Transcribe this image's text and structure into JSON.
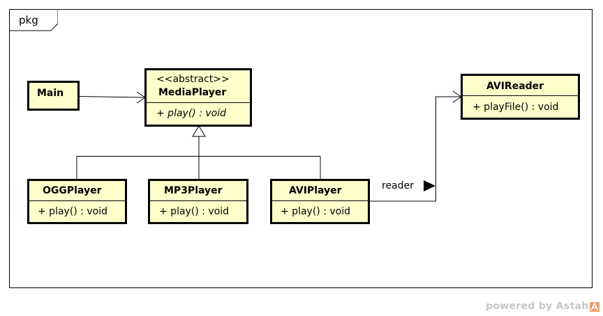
{
  "package": {
    "label": "pkg"
  },
  "classes": {
    "main": {
      "name": "Main"
    },
    "media_player": {
      "stereotype": "<<abstract>>",
      "name": "MediaPlayer",
      "operation": "+ play() : void"
    },
    "ogg_player": {
      "name": "OGGPlayer",
      "operation": "+ play() : void"
    },
    "mp3_player": {
      "name": "MP3Player",
      "operation": "+ play() : void"
    },
    "avi_player": {
      "name": "AVIPlayer",
      "operation": "+ play() : void"
    },
    "avi_reader": {
      "name": "AVIReader",
      "operation": "+ playFile() : void"
    }
  },
  "associations": {
    "reader_role": "reader"
  },
  "footer": {
    "powered_by": "powered by Astah"
  },
  "colors": {
    "class_fill": "#ffffcc",
    "footer_text": "#c6c6c6",
    "logo_accent": "#e8a070"
  }
}
